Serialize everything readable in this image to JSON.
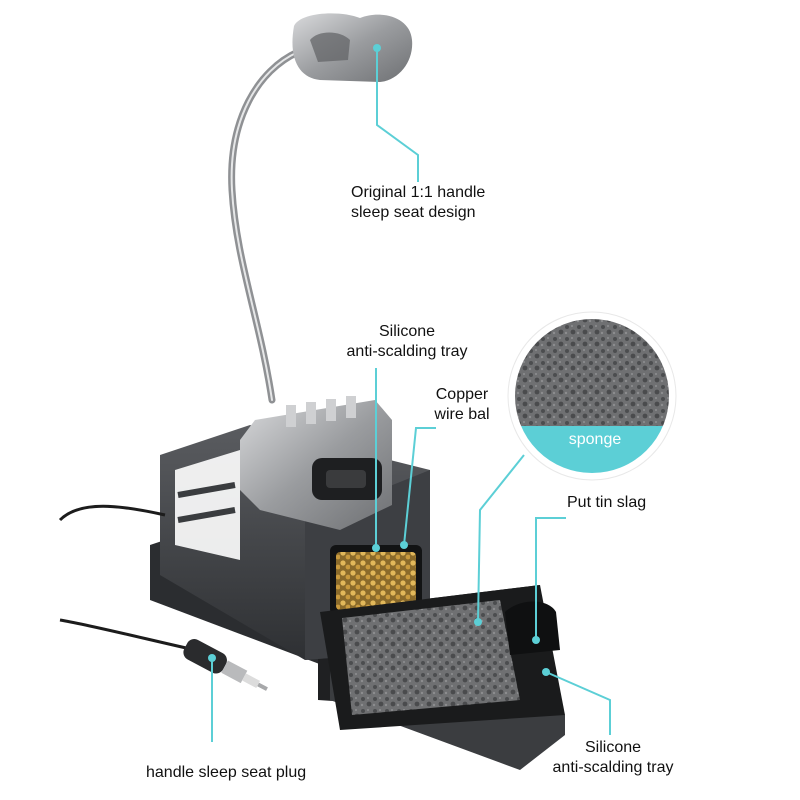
{
  "annotations": {
    "handle_seat": {
      "line1": "Original 1:1  handle",
      "line2": "sleep seat design"
    },
    "silicone_tray_top": {
      "line1": "Silicone",
      "line2": "anti-scalding tray"
    },
    "copper_wire": {
      "line1": "Copper",
      "line2": "wire bal"
    },
    "sponge": "sponge",
    "tin_slag": "Put tin slag",
    "plug": "handle sleep seat plug",
    "silicone_tray_bottom": {
      "line1": "Silicone",
      "line2": "anti-scalding tray"
    }
  },
  "colors": {
    "accent": "#5ccfd6",
    "background": "#ffffff",
    "text": "#111111"
  }
}
